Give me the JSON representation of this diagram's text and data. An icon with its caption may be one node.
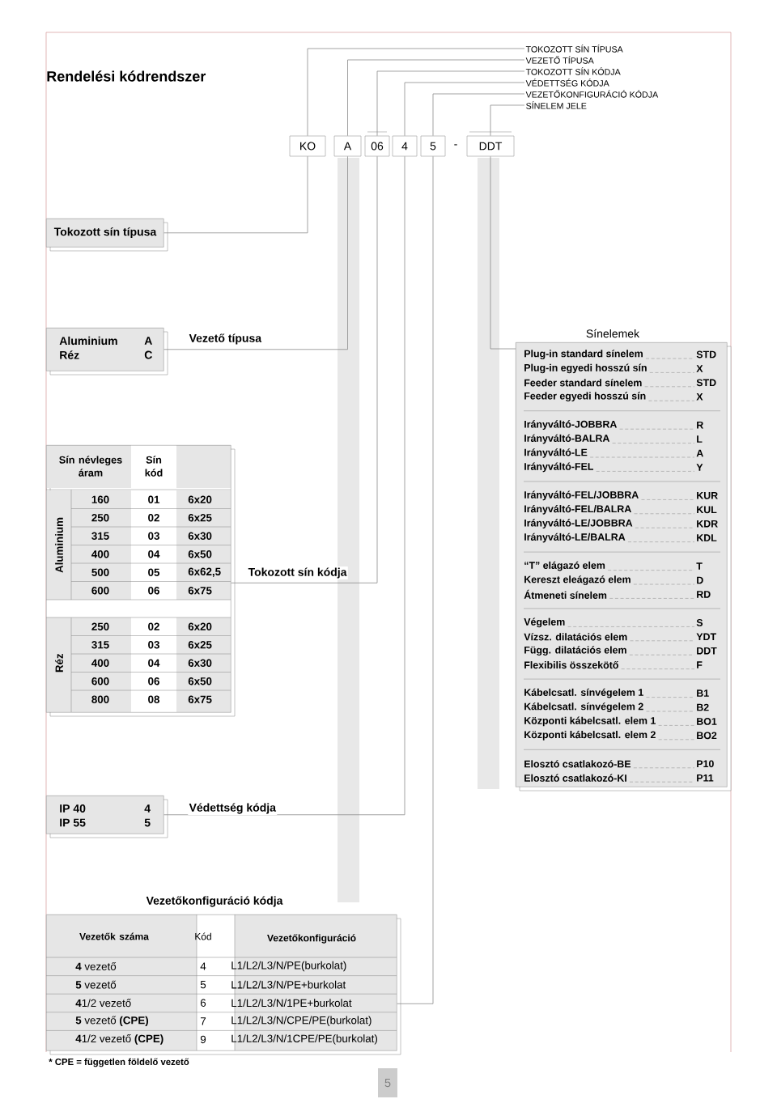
{
  "diagram": {
    "title": "Rendelési kódrendszer",
    "nodes": [
      {
        "text": [
          "KO"
        ]
      },
      {
        "text": [
          "A"
        ]
      },
      {
        "text": [
          "06"
        ]
      },
      {
        "text": [
          "4"
        ]
      },
      {
        "text": [
          "5"
        ]
      },
      {
        "text": [
          "DDT"
        ]
      },
      {
        "text": [
          "TOKOZOTT SÍN TÍPUSA"
        ]
      },
      {
        "text": [
          "VEZETŐ TÍPUSA"
        ]
      },
      {
        "text": [
          "TOKOZOTT SÍN KÓDJA"
        ]
      },
      {
        "text": [
          "VÉDETTSÉG KÓDJA"
        ]
      },
      {
        "text": [
          "VEZETŐKONFIGURÁCIÓ  KÓDJA"
        ]
      },
      {
        "text": [
          "SÍNELEM JELE"
        ]
      },
      {
        "text": [
          "Tokozott sín típusa"
        ]
      },
      {
        "text": [
          "Aluminium",
          "A",
          "Réz",
          "C"
        ]
      },
      {
        "text": [
          "Sín névleges áram",
          "Sín kód",
          "Aluminium",
          "160",
          "01",
          "6x20",
          "250",
          "02",
          "6x25",
          "315",
          "03",
          "6x30",
          "400",
          "04",
          "6x50",
          "500",
          "05",
          "6x62,5",
          "600",
          "06",
          "6x75",
          "Réz",
          "250",
          "02",
          "6x20",
          "315",
          "03",
          "6x25",
          "400",
          "04",
          "6x30",
          "600",
          "06",
          "6x50",
          "800",
          "08",
          "6x75"
        ]
      },
      {
        "text": [
          "IP 40",
          "4",
          "IP 55",
          "5"
        ]
      },
      {
        "text": [
          "Vezetőkonfiguráció kódja",
          "Vezetők száma",
          "Kód",
          "Vezetőkonfiguráció",
          "**4** vezető",
          "4",
          "L1/L2/L3/N/PE(burkolat)",
          "**5** vezető",
          "5",
          "L1/L2/L3/N/PE+burkolat",
          "**4**1/2 vezető",
          "6",
          "L1/L2/L3/N/1PE+burkolat",
          "**5** vezető  **(CPE)**",
          "7",
          "L1/L2/L3/N/CPE/PE(burkolat)",
          "**4**1/2 vezető  **(CPE)**",
          "9",
          "L1/L2/L3/N/1CPE/PE(burkolat)"
        ]
      },
      {
        "text": [
          "Sínelemek",
          "Plug-in standard sínelem",
          "STD",
          "Plug-in egyedi hosszú sín",
          "X",
          "Feeder standard sínelem",
          "STD",
          "Feeder egyedi hosszú sín",
          "X",
          "Irányváltó-JOBBRA",
          "R",
          "Irányváltó-BALRA",
          "L",
          "Irányváltó-LE",
          "A",
          "Irányváltó-FEL",
          "Y",
          "Irányváltó-FEL/JOBBRA",
          "KUR",
          "Irányváltó-FEL/BALRA",
          "KUL",
          "Irányváltó-LE/JOBBRA",
          "KDR",
          "Irányváltó-LE/BALRA",
          "KDL",
          "“T” elágazó elem",
          "T",
          "Kereszt eleágazó elem",
          "D",
          "Átmeneti sínelem",
          "RD",
          "Végelem",
          "S",
          "Vízsz. dilatációs elem",
          "YDT",
          "Függ. dilatációs elem",
          "DDT",
          "Flexibilis összekötő",
          "F",
          "Kábelcsatl. sínvégelem 1",
          "B1",
          "Kábelcsatl. sínvégelem 2",
          "B2",
          "Központi kábelcsatl. elem 1",
          "BO1",
          "Központi kábelcsatl. elem 2",
          "BO2",
          "Elosztó csatlakozó-BE",
          "P10",
          "Elosztó csatlakozó-KI",
          "P11"
        ]
      }
    ],
    "edges": [
      {
        "from": 0,
        "to": 6,
        "arrow": "none"
      },
      {
        "from": 1,
        "to": 7,
        "arrow": "none"
      },
      {
        "from": 2,
        "to": 8,
        "arrow": "none"
      },
      {
        "from": 3,
        "to": 9,
        "arrow": "none"
      },
      {
        "from": 4,
        "to": 10,
        "arrow": "none"
      },
      {
        "from": 5,
        "to": 11,
        "arrow": "none"
      },
      {
        "from": 0,
        "to": 12,
        "arrow": "none"
      },
      {
        "from": 1,
        "to": 13,
        "arrow": "none",
        "label": "Vezető típusa"
      },
      {
        "from": 2,
        "to": 14,
        "arrow": "none",
        "label": "Tokozott sín kódja"
      },
      {
        "from": 3,
        "to": 15,
        "arrow": "none",
        "label": "Védettség kódja"
      },
      {
        "from": 4,
        "to": 16,
        "arrow": "none"
      },
      {
        "from": 5,
        "to": 17,
        "arrow": "none"
      }
    ],
    "labels": [
      "-",
      "* CPE = független földelő vezető",
      "5"
    ]
  }
}
